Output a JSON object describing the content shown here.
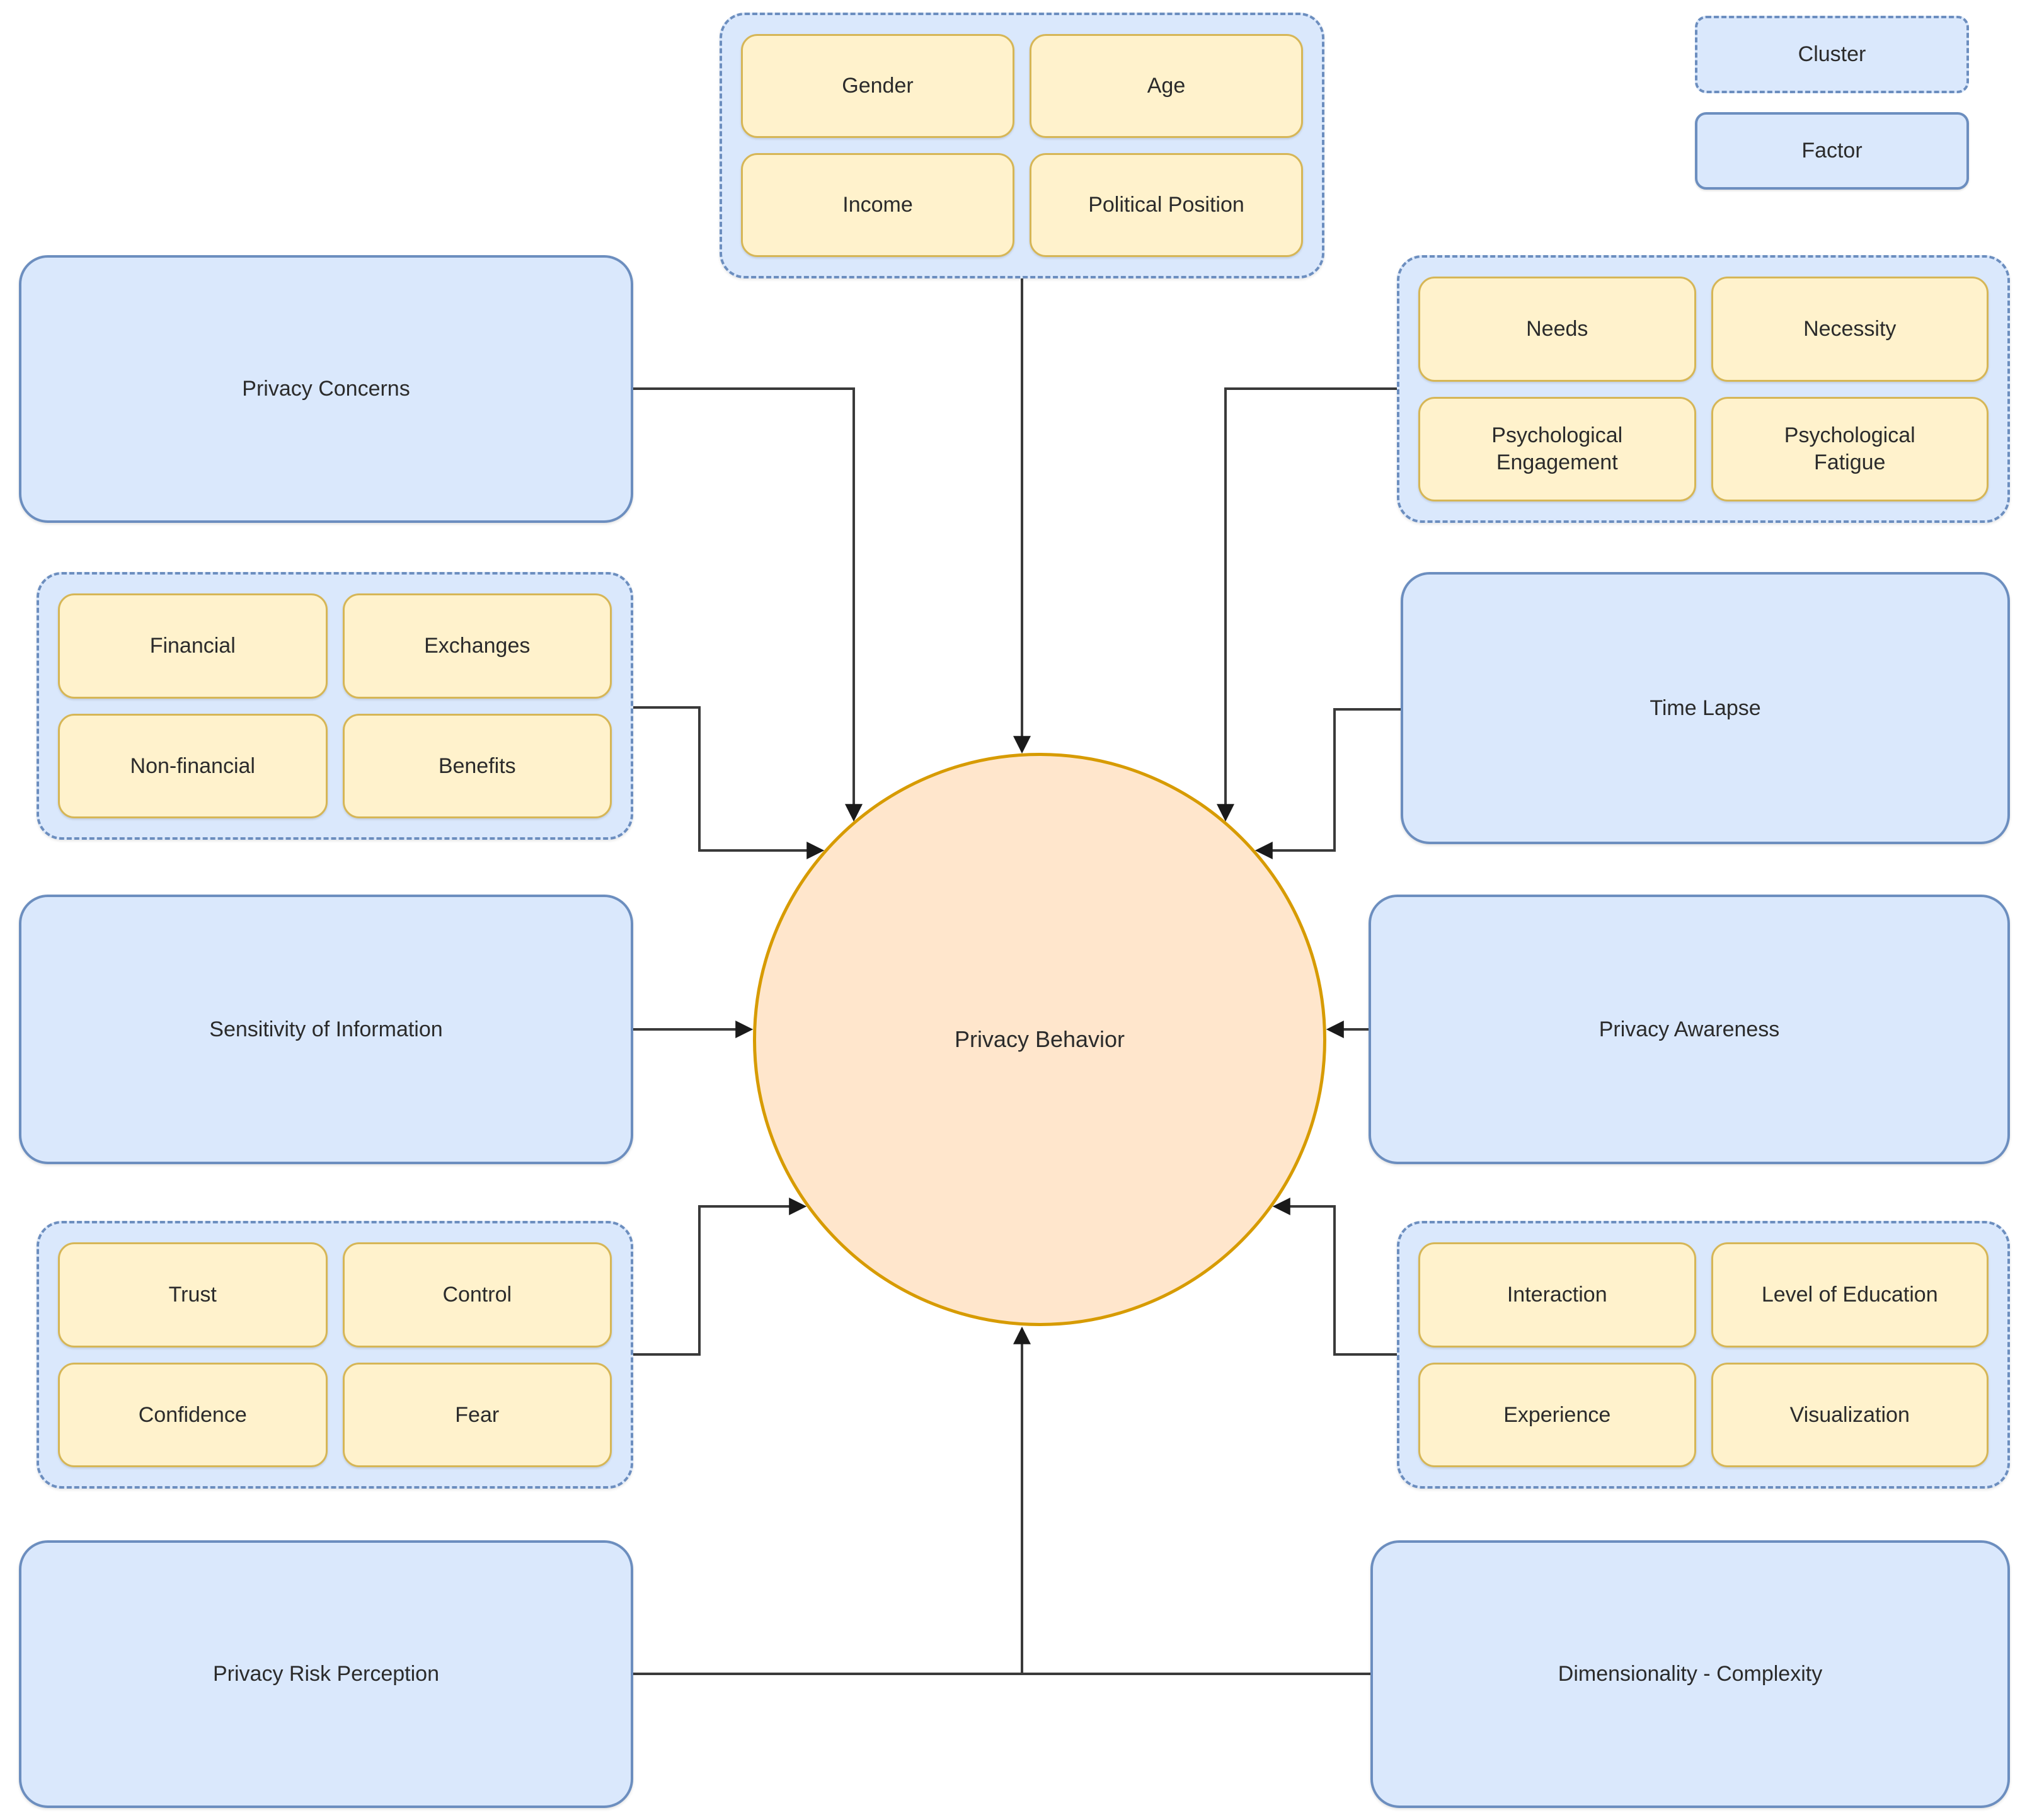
{
  "center": {
    "label": "Privacy Behavior"
  },
  "legend": {
    "cluster_label": "Cluster",
    "factor_label": "Factor"
  },
  "factors": {
    "privacy_concerns": "Privacy Concerns",
    "sensitivity_of_information": "Sensitivity of Information",
    "privacy_risk_perception": "Privacy Risk Perception",
    "time_lapse": "Time Lapse",
    "privacy_awareness": "Privacy Awareness",
    "dimensionality_complexity": "Dimensionality - Complexity"
  },
  "clusters": {
    "demographics": {
      "items": [
        "Gender",
        "Age",
        "Income",
        "Political Position"
      ]
    },
    "exchange": {
      "items": [
        "Financial",
        "Exchanges",
        "Non-financial",
        "Benefits"
      ]
    },
    "psychological": {
      "items": [
        "Needs",
        "Necessity",
        "Psychological Engagement",
        "Psychological Fatigue"
      ]
    },
    "attitudes": {
      "items": [
        "Trust",
        "Control",
        "Confidence",
        "Fear"
      ]
    },
    "experience": {
      "items": [
        "Interaction",
        "Level of Education",
        "Experience",
        "Visualization"
      ]
    }
  },
  "colors": {
    "factor_fill": "#DAE8FC",
    "factor_stroke": "#6C8EBF",
    "cluster_item_fill": "#FFF2CC",
    "cluster_item_stroke": "#D6B656",
    "center_fill": "#FFE6CC",
    "center_stroke": "#D79B00",
    "connector": "#3A3A3A",
    "text": "#2B2B2B"
  }
}
